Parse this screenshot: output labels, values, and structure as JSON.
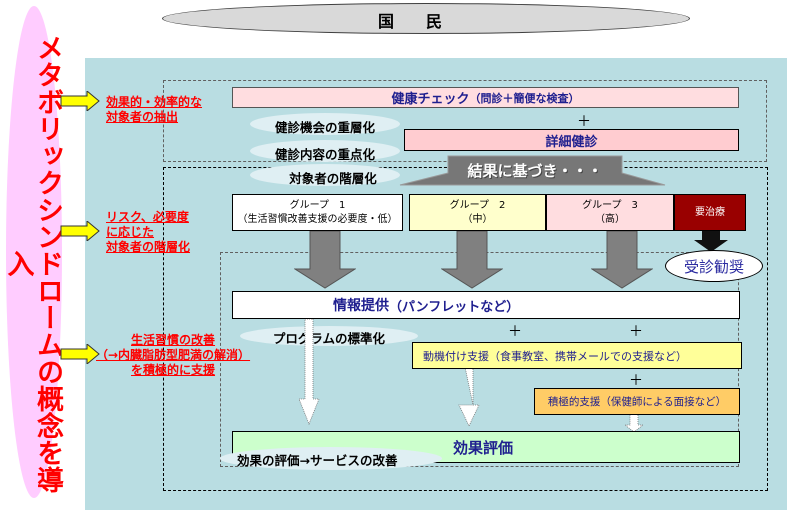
{
  "concept": {
    "label": "メタボリックシンドロームの概念を導入"
  },
  "nation": {
    "label": "国民"
  },
  "left_notes": [
    {
      "lines": [
        "効果的・効率的な",
        "対象者の抽出"
      ]
    },
    {
      "lines": [
        "リスク、必要度",
        "に応じた",
        "対象者の階層化"
      ]
    },
    {
      "lines": [
        "生活習慣の改善",
        "（→内臓脂肪型肥満の解消）",
        "を積極的に支援"
      ]
    }
  ],
  "screening": {
    "health_check": {
      "title": "健康チェック",
      "detail": "（問診＋簡便な検査）"
    },
    "plus": "＋",
    "detailed": "詳細健診",
    "ovals": [
      "健診機会の重層化",
      "健診内容の重点化",
      "対象者の階層化"
    ]
  },
  "based_on_results": "結果に基づき・・・",
  "groups": [
    {
      "name": "グループ　1",
      "level": "（生活習慣改善支援の必要度・低）",
      "color": "#ffffff"
    },
    {
      "name": "グループ　2",
      "level": "（中）",
      "color": "#ffffcc"
    },
    {
      "name": "グループ　3",
      "level": "（高）",
      "color": "#ffdde0"
    },
    {
      "name": "要治療",
      "level": "",
      "color": "#990000"
    }
  ],
  "referral": "受診勧奨",
  "programs": {
    "info": {
      "title": "情報提供",
      "detail": "（パンフレットなど）"
    },
    "standardization": "プログラムの標準化",
    "motivation": "動機付け支援（食事教室、携帯メールでの支援など）",
    "active": "積極的支援（保健師による面接など）",
    "plus": "＋"
  },
  "evaluation": {
    "title": "効果評価",
    "oval": "効果の評価→サービスの改善"
  }
}
